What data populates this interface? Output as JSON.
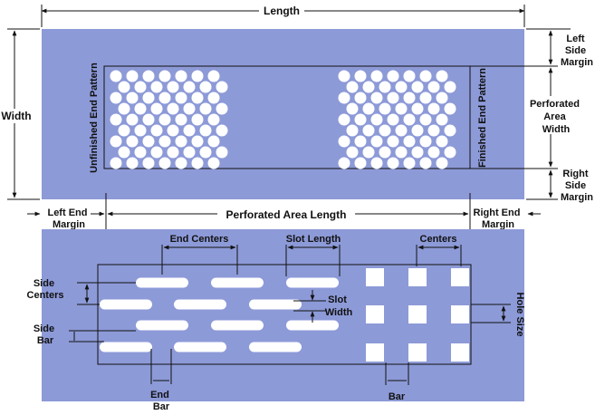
{
  "colors": {
    "plate": "#8d9ad8",
    "hole": "#ffffff",
    "line": "#111111",
    "background": "#ffffff"
  },
  "labels": {
    "length": "Length",
    "width": "Width",
    "left_side_margin": [
      "Left",
      "Side",
      "Margin"
    ],
    "right_side_margin": [
      "Right",
      "Side",
      "Margin"
    ],
    "perforated_area_width": [
      "Perforated",
      "Area",
      "Width"
    ],
    "unfinished_end_pattern": "Unfinished End Pattern",
    "finished_end_pattern": "Finished End Pattern",
    "left_end_margin": [
      "Left End",
      "Margin"
    ],
    "right_end_margin": [
      "Right End",
      "Margin"
    ],
    "perforated_area_length": "Perforated Area Length",
    "end_centers": "End Centers",
    "slot_length": "Slot Length",
    "centers": "Centers",
    "side_centers": [
      "Side",
      "Centers"
    ],
    "slot_width": [
      "Slot",
      "Width"
    ],
    "side_bar": [
      "Side",
      "Bar"
    ],
    "end_bar": [
      "End",
      "Bar"
    ],
    "bar": "Bar",
    "hole_size": "Hole Size"
  }
}
